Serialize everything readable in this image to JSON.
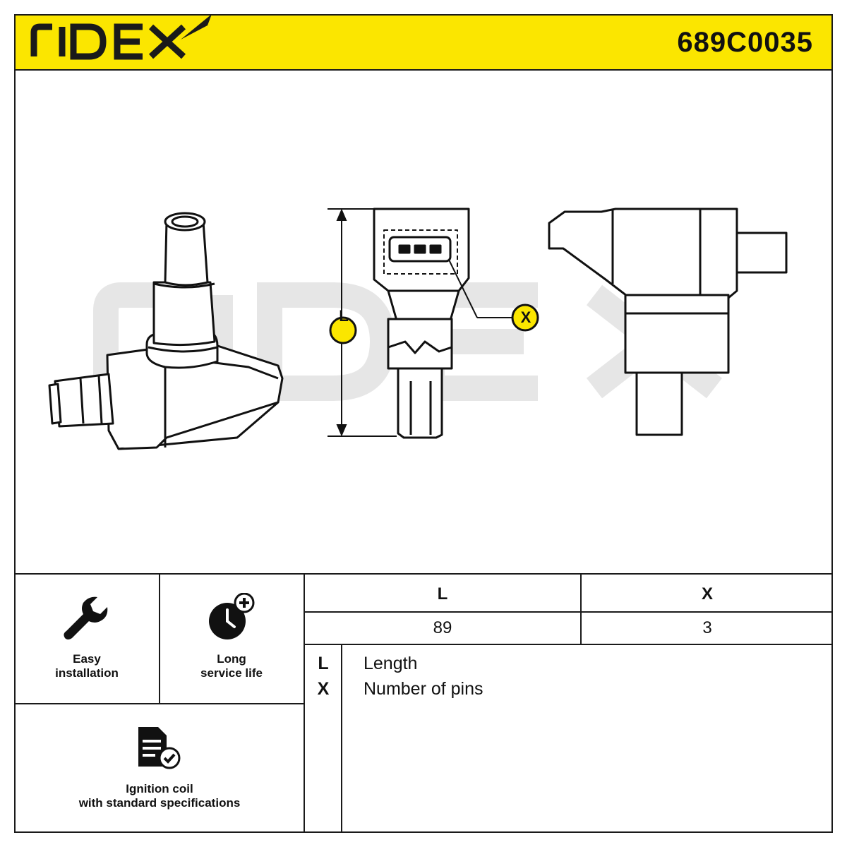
{
  "header": {
    "brand": "RIDEX",
    "part_number": "689C0035",
    "background": "#fbe600"
  },
  "drawing": {
    "dimension_markers": [
      "L",
      "X"
    ],
    "watermark": "RIDEX"
  },
  "features": [
    {
      "icon": "wrench-icon",
      "line1": "Easy",
      "line2": "installation"
    },
    {
      "icon": "clock-plus-icon",
      "line1": "Long",
      "line2": "service life"
    },
    {
      "icon": "document-check-icon",
      "line1": "Ignition coil",
      "line2": "with standard specifications"
    }
  ],
  "spec_table": {
    "headers": [
      "L",
      "X"
    ],
    "values": [
      "89",
      "3"
    ]
  },
  "legend": [
    {
      "key": "L",
      "label": "Length"
    },
    {
      "key": "X",
      "label": "Number of pins"
    }
  ]
}
